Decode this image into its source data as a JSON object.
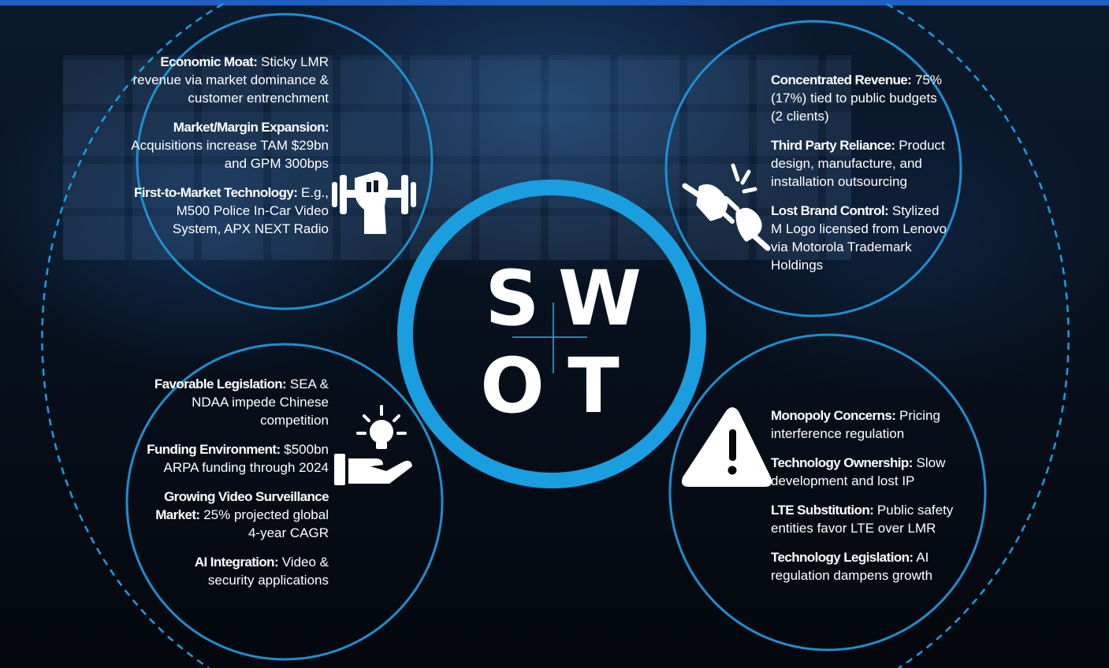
{
  "center": {
    "letters": {
      "s": "S",
      "w": "W",
      "o": "O",
      "t": "T"
    }
  },
  "strengths": [
    {
      "title": "Economic Moat:",
      "text": "Sticky LMR revenue via market dominance & customer entrenchment"
    },
    {
      "title": "Market/Margin Expansion:",
      "text": "Acquisitions increase TAM $29bn and GPM 300bps"
    },
    {
      "title": "First-to-Market Technology:",
      "text": "E.g., M500 Police In-Car Video System, APX NEXT Radio"
    }
  ],
  "weaknesses": [
    {
      "title": "Concentrated Revenue:",
      "text": "75% (17%) tied to public budgets (2 clients)"
    },
    {
      "title": "Third Party Reliance:",
      "text": "Product design, manufacture, and installation outsourcing"
    },
    {
      "title": "Lost Brand Control:",
      "text": "Stylized M Logo licensed from Lenovo via Motorola Trademark Holdings"
    }
  ],
  "opportunities": [
    {
      "title": "Favorable Legislation:",
      "text": "SEA & NDAA impede Chinese competition"
    },
    {
      "title": "Funding Environment:",
      "text": "$500bn ARPA funding through 2024"
    },
    {
      "title": "Growing Video Surveillance Market:",
      "text": "25% projected global 4-year CAGR"
    },
    {
      "title": "AI Integration:",
      "text": "Video & security applications"
    }
  ],
  "threats": [
    {
      "title": "Monopoly Concerns:",
      "text": "Pricing interference regulation"
    },
    {
      "title": "Technology Ownership:",
      "text": "Slow development and lost IP"
    },
    {
      "title": "LTE Substitution:",
      "text": "Public safety entities favor LTE over LMR"
    },
    {
      "title": "Technology Legislation:",
      "text": "AI regulation dampens growth"
    }
  ],
  "icons": {
    "strength": "flexed-arm-dumbbell-icon",
    "weakness": "broken-plug-icon",
    "opportunity": "lightbulb-hand-icon",
    "threat": "warning-triangle-icon"
  },
  "colors": {
    "accent": "#1a9ee0",
    "ring": "#1f8fd0",
    "top_bar": "#1f5fc4",
    "text": "#ffffff"
  }
}
